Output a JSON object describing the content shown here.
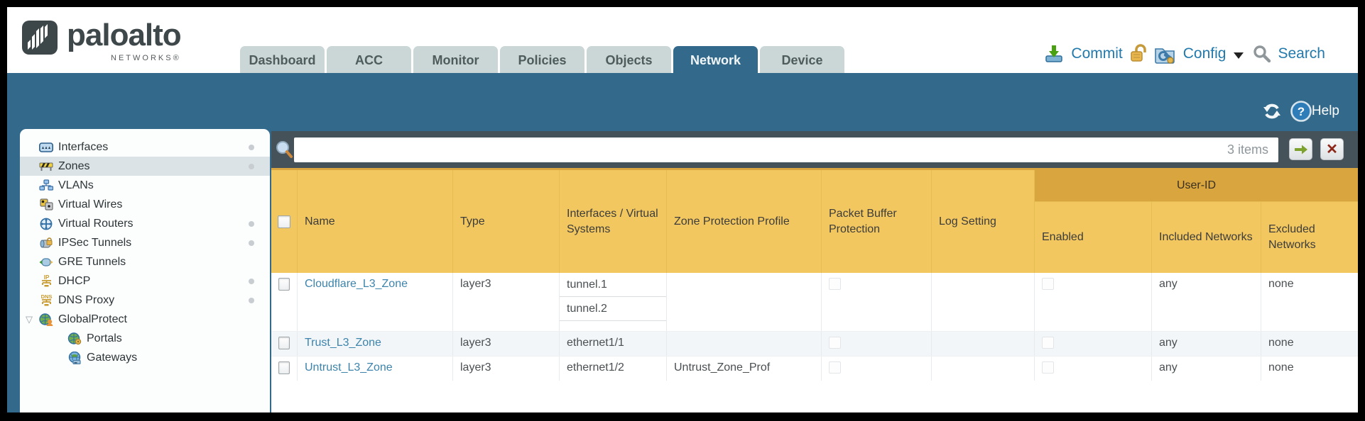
{
  "brand": {
    "name": "paloalto",
    "sub": "NETWORKS®"
  },
  "tabs": [
    {
      "label": "Dashboard"
    },
    {
      "label": "ACC"
    },
    {
      "label": "Monitor"
    },
    {
      "label": "Policies"
    },
    {
      "label": "Objects"
    },
    {
      "label": "Network"
    },
    {
      "label": "Device"
    }
  ],
  "header_actions": {
    "commit": "Commit",
    "config": "Config",
    "search": "Search"
  },
  "band_tools": {
    "help": "Help"
  },
  "filter": {
    "value": "",
    "count_label": "3 items"
  },
  "sidebar": {
    "items": [
      {
        "label": "Interfaces"
      },
      {
        "label": "Zones"
      },
      {
        "label": "VLANs"
      },
      {
        "label": "Virtual Wires"
      },
      {
        "label": "Virtual Routers"
      },
      {
        "label": "IPSec Tunnels"
      },
      {
        "label": "GRE Tunnels"
      },
      {
        "label": "DHCP"
      },
      {
        "label": "DNS Proxy"
      },
      {
        "label": "GlobalProtect"
      },
      {
        "label": "Portals"
      },
      {
        "label": "Gateways"
      }
    ]
  },
  "table": {
    "group_header": "User-ID",
    "columns": [
      "Name",
      "Type",
      "Interfaces / Virtual Systems",
      "Zone Protection Profile",
      "Packet Buffer Protection",
      "Log Setting",
      "Enabled",
      "Included Networks",
      "Excluded Networks"
    ],
    "rows": [
      {
        "name": "Cloudflare_L3_Zone",
        "type": "layer3",
        "interfaces": [
          "tunnel.1",
          "tunnel.2"
        ],
        "zone_protection_profile": "",
        "log_setting": "",
        "included_networks": "any",
        "excluded_networks": "none"
      },
      {
        "name": "Trust_L3_Zone",
        "type": "layer3",
        "interfaces": [
          "ethernet1/1"
        ],
        "zone_protection_profile": "",
        "log_setting": "",
        "included_networks": "any",
        "excluded_networks": "none"
      },
      {
        "name": "Untrust_L3_Zone",
        "type": "layer3",
        "interfaces": [
          "ethernet1/2"
        ],
        "zone_protection_profile": "Untrust_Zone_Prof",
        "log_setting": "",
        "included_networks": "any",
        "excluded_networks": "none"
      }
    ]
  }
}
